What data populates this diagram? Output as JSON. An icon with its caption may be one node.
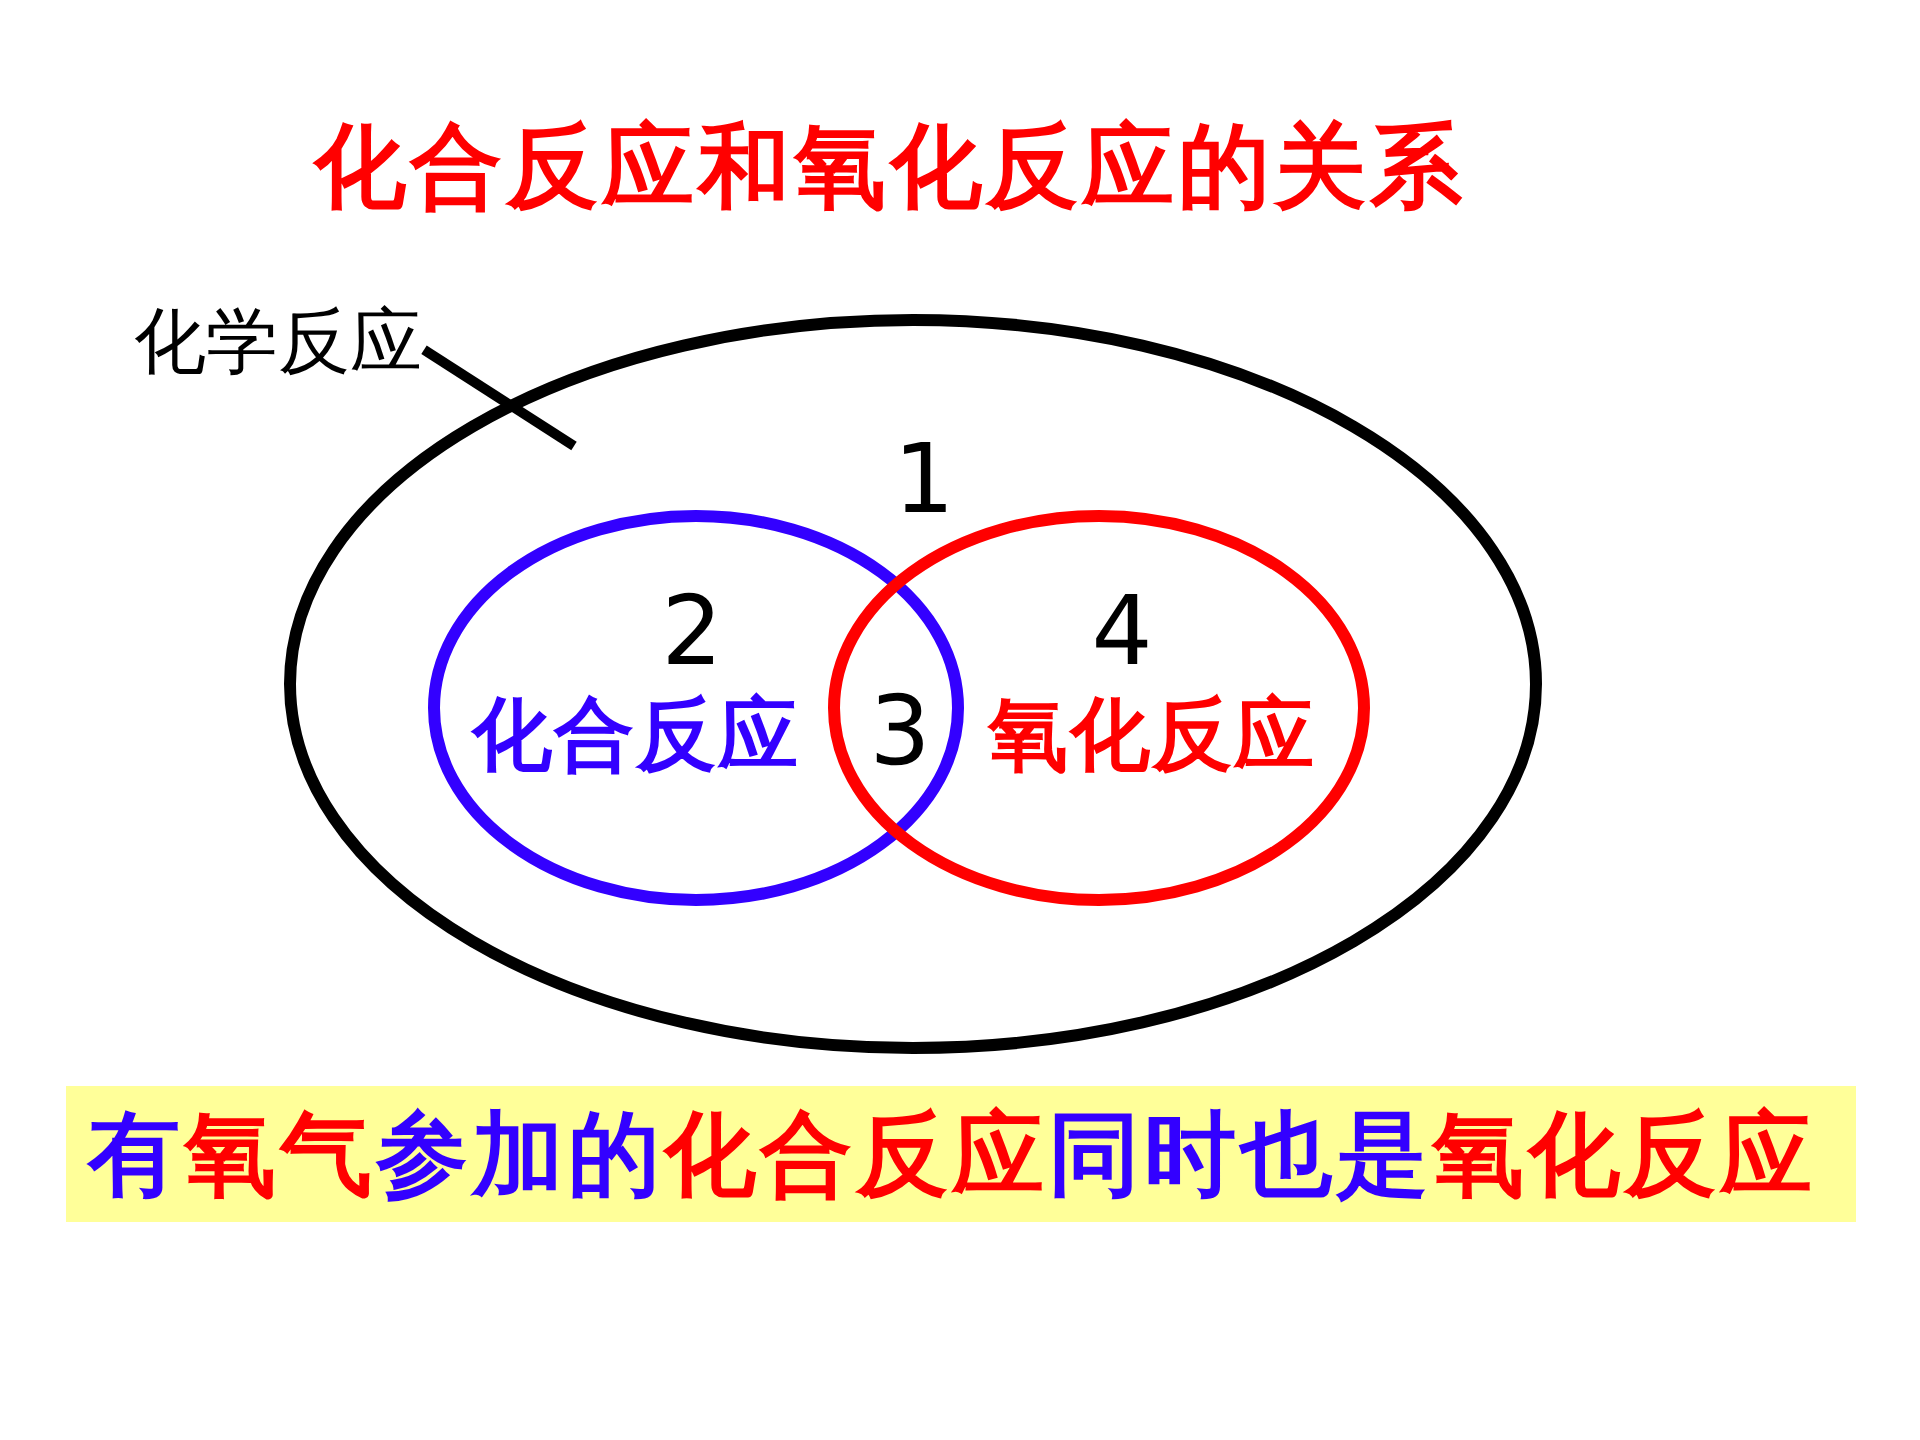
{
  "diagram": {
    "title": "化合反应和氧化反应的关系",
    "nodes": [
      {
        "text": [
          "化学反应"
        ]
      },
      {
        "text": [
          "1"
        ]
      },
      {
        "text": [
          "2",
          "化合反应"
        ],
        "in": 1
      },
      {
        "text": [
          "4",
          "氧化反应"
        ],
        "in": 1
      },
      {
        "text": [
          "有氧气参加的化合反应同时也是氧化反应"
        ]
      }
    ],
    "edges": [
      {
        "from": 0,
        "to": 1,
        "arrow": "none"
      }
    ],
    "labels": [
      "3"
    ]
  }
}
